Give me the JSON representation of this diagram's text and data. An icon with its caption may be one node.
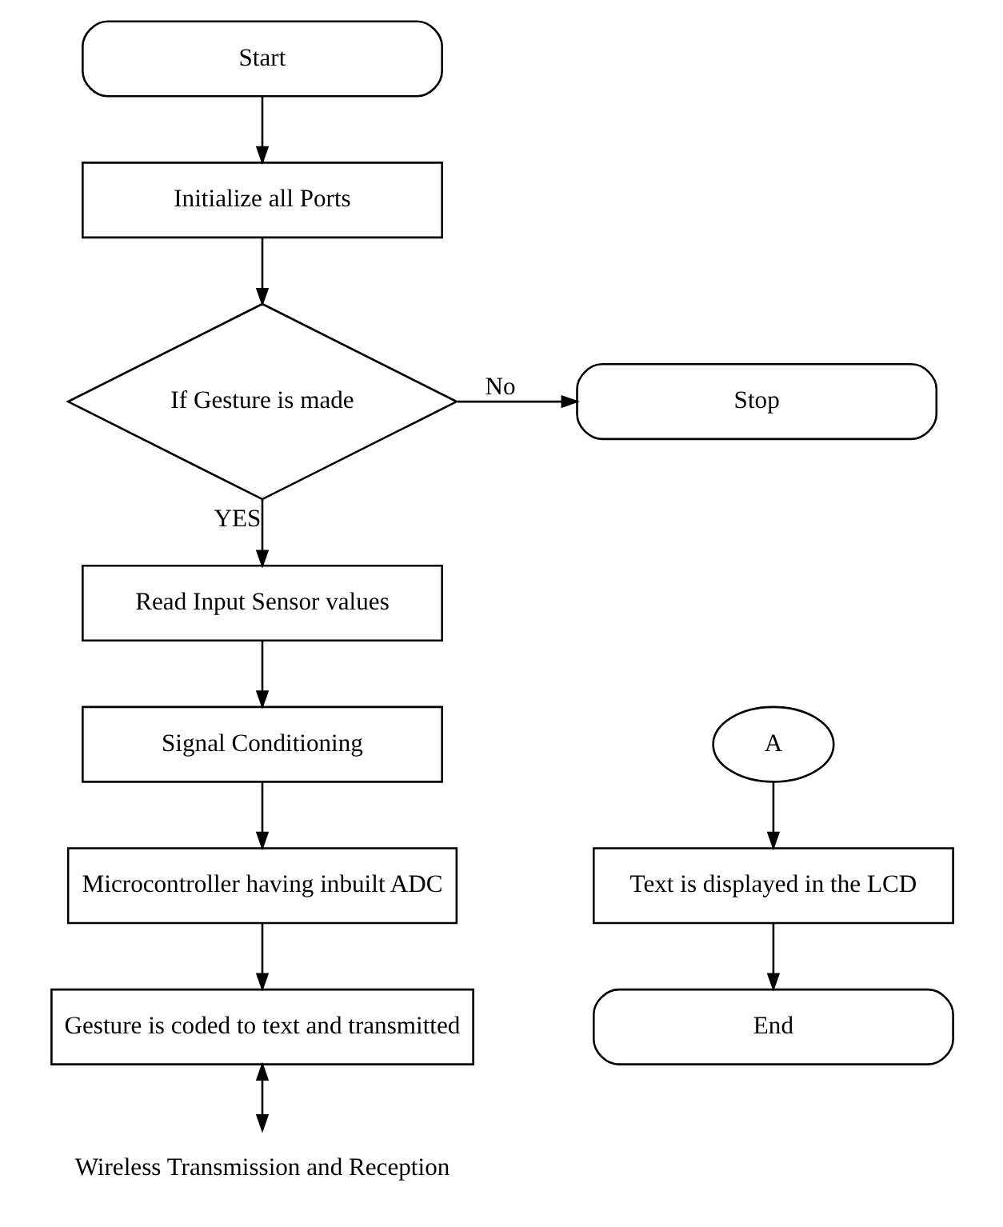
{
  "diagram": {
    "nodes": [
      {
        "text": [
          "Start"
        ]
      },
      {
        "text": [
          "Initialize all Ports"
        ]
      },
      {
        "text": [
          "If Gesture is made"
        ]
      },
      {
        "text": [
          "Stop"
        ]
      },
      {
        "text": [
          "Read Input Sensor values"
        ]
      },
      {
        "text": [
          "Signal Conditioning"
        ]
      },
      {
        "text": [
          "Microcontroller having inbuilt ADC"
        ]
      },
      {
        "text": [
          "Gesture is coded to text and transmitted"
        ]
      },
      {
        "text": [
          "Wireless Transmission and Reception"
        ]
      },
      {
        "text": [
          "A"
        ]
      },
      {
        "text": [
          "Text is displayed in the LCD"
        ]
      },
      {
        "text": [
          "End"
        ]
      }
    ],
    "edges": [
      {
        "from": 0,
        "to": 1,
        "arrow": "to"
      },
      {
        "from": 1,
        "to": 2,
        "arrow": "to"
      },
      {
        "from": 2,
        "to": 3,
        "arrow": "to",
        "label": "No"
      },
      {
        "from": 2,
        "to": 4,
        "arrow": "to",
        "label": "YES"
      },
      {
        "from": 4,
        "to": 5,
        "arrow": "to"
      },
      {
        "from": 5,
        "to": 6,
        "arrow": "to"
      },
      {
        "from": 6,
        "to": 7,
        "arrow": "to"
      },
      {
        "from": 7,
        "to": 8,
        "arrow": "both"
      },
      {
        "from": 9,
        "to": 10,
        "arrow": "to"
      },
      {
        "from": 10,
        "to": 11,
        "arrow": "to"
      }
    ]
  }
}
